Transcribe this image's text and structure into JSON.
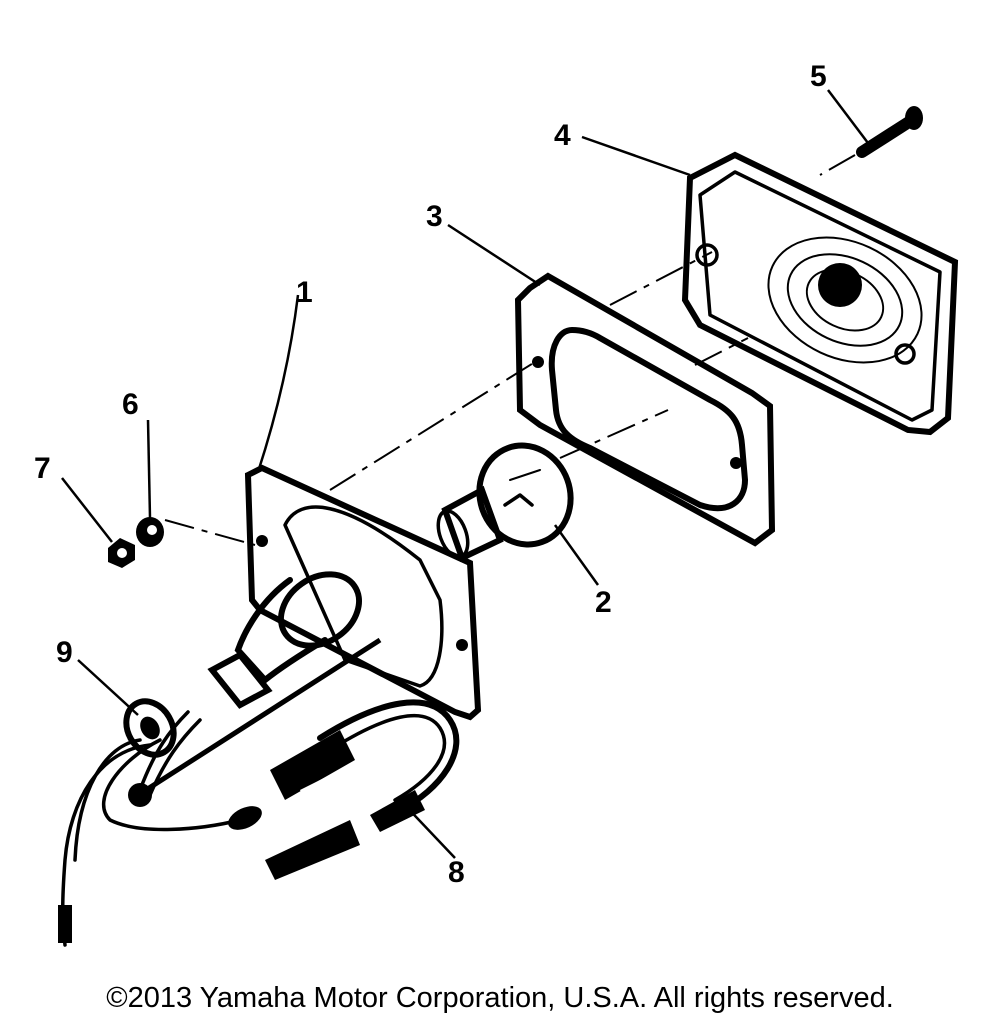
{
  "callouts": {
    "c1": "1",
    "c2": "2",
    "c3": "3",
    "c4": "4",
    "c5": "5",
    "c6": "6",
    "c7": "7",
    "c8": "8",
    "c9": "9"
  },
  "copyright": "©2013 Yamaha Motor Corporation, U.S.A. All rights reserved."
}
